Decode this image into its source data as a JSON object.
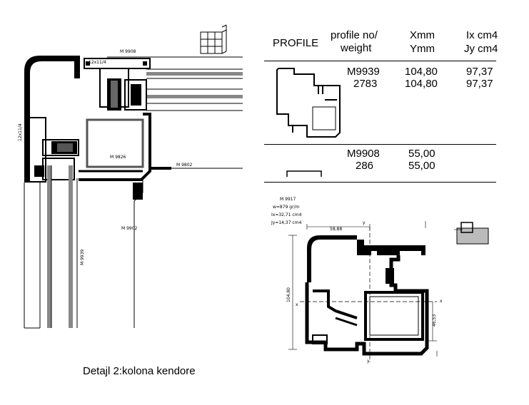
{
  "table": {
    "headers": {
      "profile": "PROFILE",
      "profile_no_line1": "profile no/",
      "profile_no_line2": "weight",
      "x_line1": "Xmm",
      "x_line2": "Ymm",
      "i_line1": "Ix cm4",
      "i_line2": "Jy cm4"
    },
    "rows": [
      {
        "profile_no": "M9939",
        "weight": "2783",
        "x": "104,80",
        "y": "104,80",
        "ix": "97,37",
        "jy": "97,37"
      },
      {
        "profile_no": "M9908",
        "weight": "286",
        "x": "55,00",
        "y": "55,00"
      }
    ]
  },
  "drawing_labels": {
    "m9908": "M 9908",
    "dim_12x11_top": "12x11/4",
    "dim_12x11_left": "12x11/4",
    "m9826": "M 9826",
    "m9802": "M 9802",
    "m9902": "M 9902",
    "m9939": "M 9939"
  },
  "section_labels": {
    "m9917": "M 9917",
    "weight": "w=879 gr/m",
    "ix": "Ix=32,71 cm4",
    "jy": "Jy=14,37 cm4",
    "dim_58": "58,88",
    "dim_104": "104,80",
    "dim_46": "46,53",
    "axis_x_left": "x",
    "axis_x_right": "x",
    "axis_y_top": "y",
    "axis_y_bottom": "y"
  },
  "caption": "Detajl 2:kolona kendore",
  "colors": {
    "profile_fill": "#000000",
    "glass_fill": "#888888",
    "frame_grey": "#555555"
  }
}
